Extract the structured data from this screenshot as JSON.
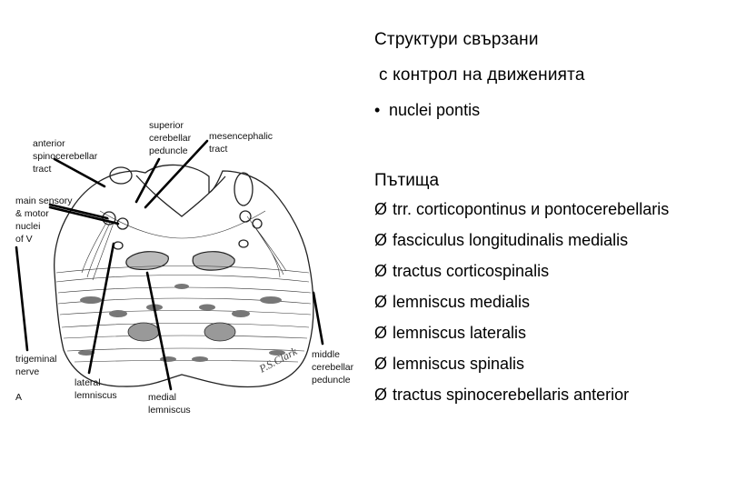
{
  "heading": {
    "line1": "Структури свързани",
    "line2": "с контрол на движенията"
  },
  "bullet": {
    "marker": "•",
    "text": "nuclei pontis"
  },
  "pathways": {
    "title": "Пътища",
    "marker": "Ø",
    "items": [
      "trr. corticopontinus и pontocerebellaris",
      "fasciculus longitudinalis medialis",
      "tractus corticospinalis",
      "lemniscus medialis",
      "lemniscus lateralis",
      "lemniscus spinalis",
      "tractus spinocerebellaris anterior"
    ]
  },
  "diagram": {
    "labels": {
      "anterior_spinocerebellar": [
        "anterior",
        "spinocerebellar",
        "tract"
      ],
      "superior_cerebellar": [
        "superior",
        "cerebellar",
        "peduncle"
      ],
      "mesencephalic": [
        "mesencephalic",
        "tract"
      ],
      "main_sensory": [
        "main sensory",
        "& motor",
        "nuclei",
        "of V"
      ],
      "trigeminal": [
        "trigeminal",
        "nerve"
      ],
      "figure_letter": "A",
      "lateral_lemniscus": [
        "lateral",
        "lemniscus"
      ],
      "medial_lemniscus": [
        "medial",
        "lemniscus"
      ],
      "middle_cerebellar": [
        "middle",
        "cerebellar",
        "peduncle"
      ]
    },
    "signature": "P.S.Clark"
  }
}
